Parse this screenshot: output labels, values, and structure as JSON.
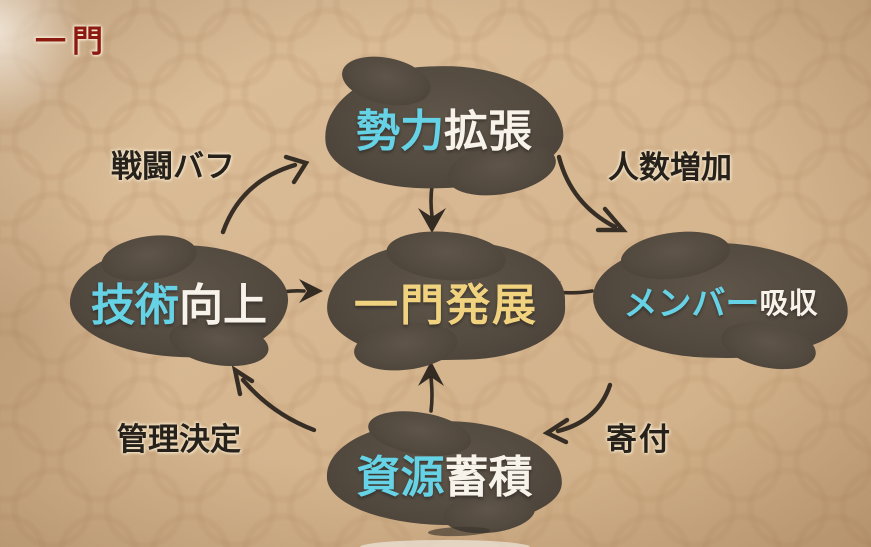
{
  "title": "一門",
  "nodes": {
    "top": {
      "part1": "勢力",
      "part2": "拡張"
    },
    "left": {
      "part1": "技術",
      "part2": "向上"
    },
    "center": {
      "text": "一門発展"
    },
    "right": {
      "part1": "メンバー",
      "part2": "吸収"
    },
    "bottom": {
      "part1": "資源",
      "part2": "蓄積"
    }
  },
  "edge_labels": {
    "battle_buff": "戦闘バフ",
    "member_increase": "人数増加",
    "donation": "寄付",
    "management": "管理決定"
  },
  "edges": [
    {
      "from": "技術向上",
      "to": "勢力拡張",
      "label": "戦闘バフ"
    },
    {
      "from": "勢力拡張",
      "to": "メンバー吸収",
      "label": "人数増加"
    },
    {
      "from": "メンバー吸収",
      "to": "資源蓄積",
      "label": "寄付"
    },
    {
      "from": "資源蓄積",
      "to": "技術向上",
      "label": "管理決定"
    },
    {
      "from": "勢力拡張",
      "to": "一門発展",
      "label": ""
    },
    {
      "from": "技術向上",
      "to": "一門発展",
      "label": ""
    },
    {
      "from": "メンバー吸収",
      "to": "一門発展",
      "label": ""
    },
    {
      "from": "資源蓄積",
      "to": "一門発展",
      "label": ""
    }
  ],
  "colors": {
    "background": "#d7b892",
    "blob": "#534a40",
    "cyan_text": "#66d2e6",
    "white_text": "#f7f2ea",
    "gold_text": "#f1d37f",
    "title_red": "#8d1a10",
    "label_ink": "#26211b",
    "arrow_ink": "#2b241d"
  }
}
